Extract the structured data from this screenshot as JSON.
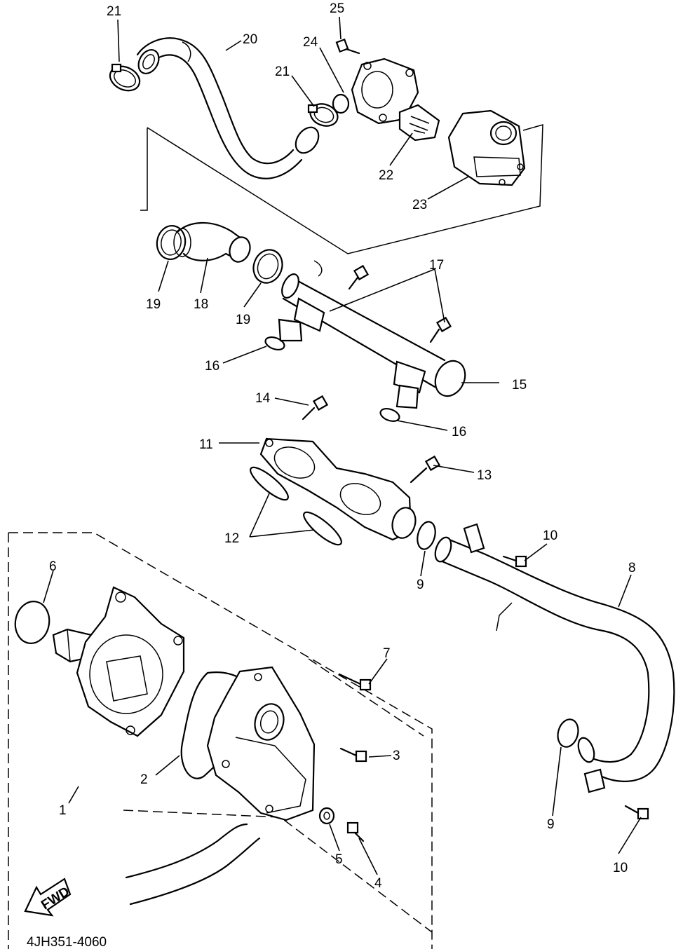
{
  "diagram": {
    "part_numbers": {
      "p1": "1",
      "p2": "2",
      "p3": "3",
      "p4": "4",
      "p5": "5",
      "p6": "6",
      "p7": "7",
      "p8": "8",
      "p9a": "9",
      "p9b": "9",
      "p10a": "10",
      "p10b": "10",
      "p11": "11",
      "p12": "12",
      "p13": "13",
      "p14": "14",
      "p15": "15",
      "p16a": "16",
      "p16b": "16",
      "p17": "17",
      "p18": "18",
      "p19a": "19",
      "p19b": "19",
      "p20": "20",
      "p21a": "21",
      "p21b": "21",
      "p22": "22",
      "p23": "23",
      "p24": "24",
      "p25": "25"
    },
    "front_arrow_label": "FWD",
    "drawing_code": "4JH351-4060"
  }
}
